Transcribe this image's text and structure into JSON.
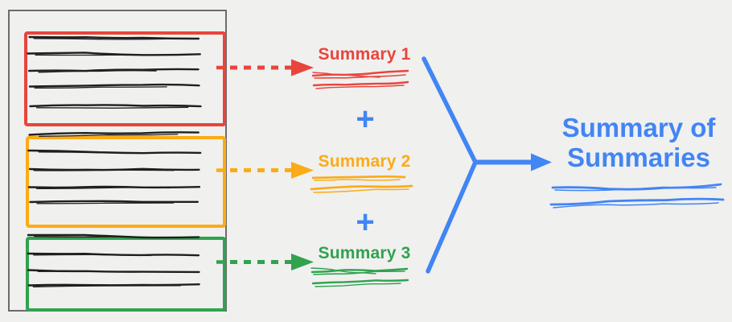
{
  "colors": {
    "background": "#F0F0EF",
    "frame_gray": "#6B6B6B",
    "ink": "#1F1F1F",
    "red": "#E8453C",
    "orange": "#FBAB17",
    "green": "#31A24E",
    "blue": "#4285F4"
  },
  "document": {
    "sections": [
      {
        "name": "red-section",
        "color": "#E8453C",
        "line_count": 5
      },
      {
        "name": "orange-section",
        "color": "#FBAB17",
        "line_count": 5
      },
      {
        "name": "green-section",
        "color": "#31A24E",
        "line_count": 4
      }
    ]
  },
  "summaries": [
    {
      "label": "Summary 1",
      "color": "#E8453C"
    },
    {
      "label": "Summary 2",
      "color": "#FBAB17"
    },
    {
      "label": "Summary 3",
      "color": "#31A24E"
    }
  ],
  "plus_sign": "+",
  "result": {
    "line1": "Summary of",
    "line2": "Summaries",
    "color": "#4285F4"
  }
}
